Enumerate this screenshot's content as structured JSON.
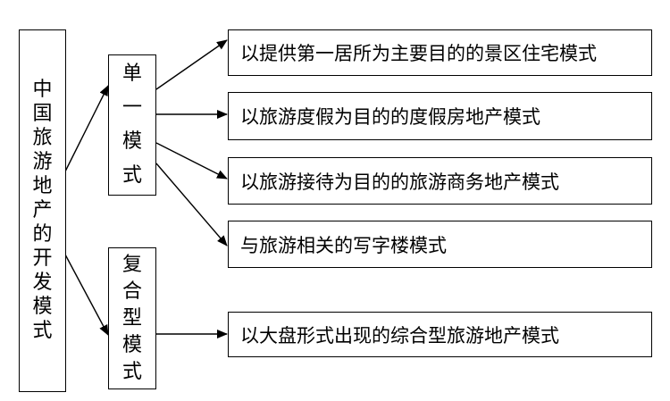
{
  "root": {
    "label": "中国旅游地产的开发模式"
  },
  "categories": [
    {
      "label": "单一模式"
    },
    {
      "label": "复合型模式"
    }
  ],
  "modes": [
    {
      "label": "以提供第一居所为主要目的的景区住宅模式"
    },
    {
      "label": "以旅游度假为目的的度假房地产模式"
    },
    {
      "label": "以旅游接待为目的的旅游商务地产模式"
    },
    {
      "label": "与旅游相关的写字楼模式"
    },
    {
      "label": "以大盘形式出现的综合型旅游地产模式"
    }
  ]
}
